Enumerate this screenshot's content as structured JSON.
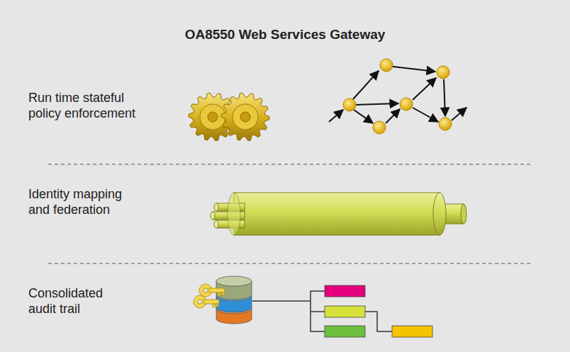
{
  "diagram": {
    "title": "OA8550 Web Services Gateway",
    "labels": [
      "Run time stateful policy enforcement",
      "Identity mapping and federation",
      "Consolidated audit trail"
    ]
  }
}
